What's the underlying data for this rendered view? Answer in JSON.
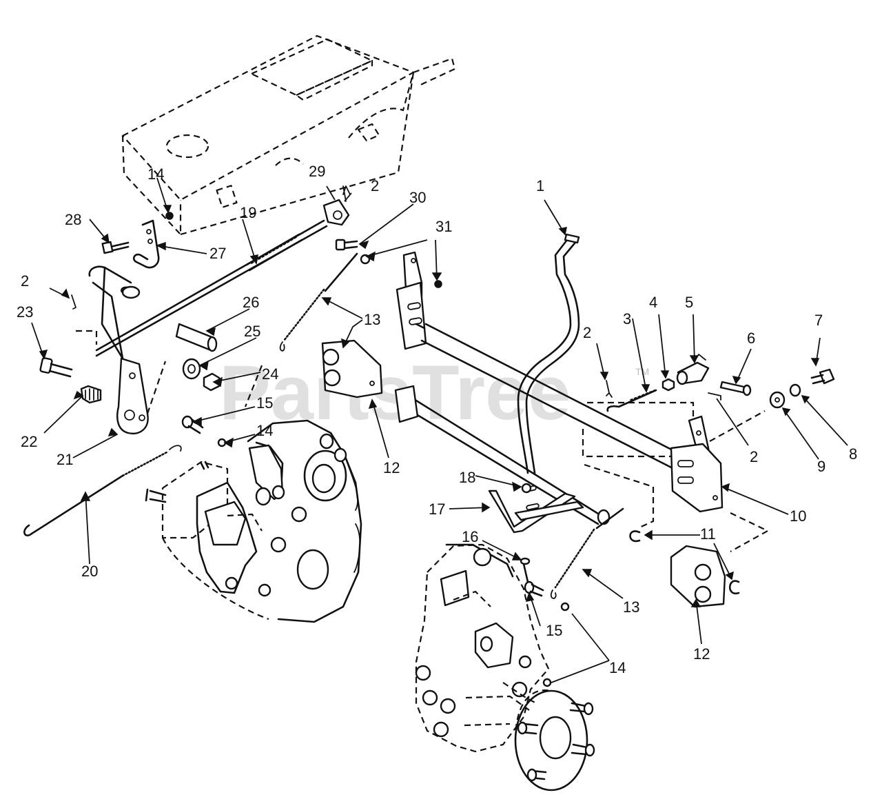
{
  "watermark": {
    "text": "PartsTree",
    "trademark": "TM"
  },
  "callouts": [
    {
      "id": "c-1",
      "label": "1"
    },
    {
      "id": "c-2a",
      "label": "2"
    },
    {
      "id": "c-2b",
      "label": "2"
    },
    {
      "id": "c-2c",
      "label": "2"
    },
    {
      "id": "c-2d",
      "label": "2"
    },
    {
      "id": "c-3",
      "label": "3"
    },
    {
      "id": "c-4",
      "label": "4"
    },
    {
      "id": "c-5",
      "label": "5"
    },
    {
      "id": "c-6",
      "label": "6"
    },
    {
      "id": "c-7",
      "label": "7"
    },
    {
      "id": "c-8",
      "label": "8"
    },
    {
      "id": "c-9",
      "label": "9"
    },
    {
      "id": "c-10",
      "label": "10"
    },
    {
      "id": "c-11",
      "label": "11"
    },
    {
      "id": "c-12a",
      "label": "12"
    },
    {
      "id": "c-12b",
      "label": "12"
    },
    {
      "id": "c-13a",
      "label": "13"
    },
    {
      "id": "c-13b",
      "label": "13"
    },
    {
      "id": "c-14a",
      "label": "14"
    },
    {
      "id": "c-14b",
      "label": "14"
    },
    {
      "id": "c-14c",
      "label": "14"
    },
    {
      "id": "c-15a",
      "label": "15"
    },
    {
      "id": "c-15b",
      "label": "15"
    },
    {
      "id": "c-16",
      "label": "16"
    },
    {
      "id": "c-17",
      "label": "17"
    },
    {
      "id": "c-18",
      "label": "18"
    },
    {
      "id": "c-19",
      "label": "19"
    },
    {
      "id": "c-20",
      "label": "20"
    },
    {
      "id": "c-21",
      "label": "21"
    },
    {
      "id": "c-22",
      "label": "22"
    },
    {
      "id": "c-23",
      "label": "23"
    },
    {
      "id": "c-24",
      "label": "24"
    },
    {
      "id": "c-25",
      "label": "25"
    },
    {
      "id": "c-26",
      "label": "26"
    },
    {
      "id": "c-27",
      "label": "27"
    },
    {
      "id": "c-28",
      "label": "28"
    },
    {
      "id": "c-29",
      "label": "29"
    },
    {
      "id": "c-30",
      "label": "30"
    },
    {
      "id": "c-31",
      "label": "31"
    }
  ]
}
